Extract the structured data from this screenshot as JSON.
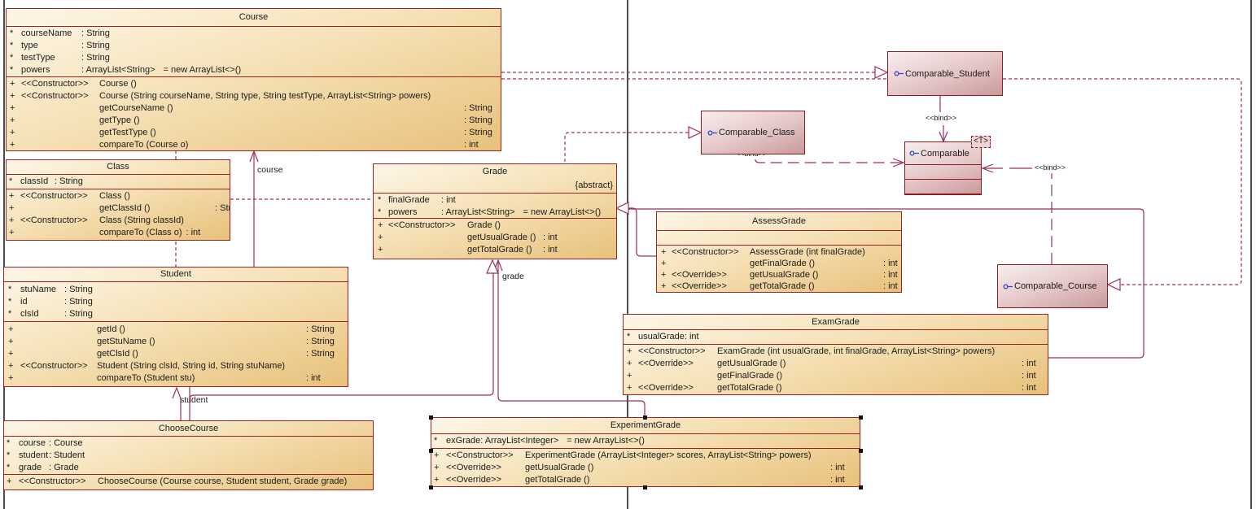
{
  "classes": [
    {
      "name": "Course",
      "attributes": [
        {
          "vis": "*",
          "name": "courseName",
          "type": ": String"
        },
        {
          "vis": "*",
          "name": "type",
          "type": ": String"
        },
        {
          "vis": "*",
          "name": "testType",
          "type": ": String"
        },
        {
          "vis": "*",
          "name": "powers",
          "type": ": ArrayList<String>",
          "init": "= new ArrayList<>()"
        }
      ],
      "methods": [
        {
          "vis": "+",
          "stereotype": "<<Constructor>>",
          "name": "Course ()"
        },
        {
          "vis": "+",
          "stereotype": "<<Constructor>>",
          "name": "Course (String courseName, String type, String testType, ArrayList<String> powers)"
        },
        {
          "vis": "+",
          "stereotype": "",
          "name": "getCourseName ()",
          "type": ": String"
        },
        {
          "vis": "+",
          "stereotype": "",
          "name": "getType ()",
          "type": ": String"
        },
        {
          "vis": "+",
          "stereotype": "",
          "name": "getTestType ()",
          "type": ": String"
        },
        {
          "vis": "+",
          "stereotype": "",
          "name": "compareTo (Course o)",
          "type": ": int"
        }
      ]
    },
    {
      "name": "Class",
      "attributes": [
        {
          "vis": "*",
          "name": "classId",
          "type": ": String"
        }
      ],
      "methods": [
        {
          "vis": "+",
          "stereotype": "<<Constructor>>",
          "name": "Class ()"
        },
        {
          "vis": "+",
          "stereotype": "",
          "name": "getClassId ()",
          "type": ": String"
        },
        {
          "vis": "+",
          "stereotype": "<<Constructor>>",
          "name": "Class (String classId)"
        },
        {
          "vis": "+",
          "stereotype": "",
          "name": "compareTo (Class o)",
          "type": ": int"
        }
      ]
    },
    {
      "name": "Student",
      "attributes": [
        {
          "vis": "*",
          "name": "stuName",
          "type": ": String"
        },
        {
          "vis": "*",
          "name": "id",
          "type": ": String"
        },
        {
          "vis": "*",
          "name": "clsId",
          "type": ": String"
        }
      ],
      "methods": [
        {
          "vis": "+",
          "stereotype": "",
          "name": "getId ()",
          "type": ": String"
        },
        {
          "vis": "+",
          "stereotype": "",
          "name": "getStuName ()",
          "type": ": String"
        },
        {
          "vis": "+",
          "stereotype": "",
          "name": "getClsId ()",
          "type": ": String"
        },
        {
          "vis": "+",
          "stereotype": "<<Constructor>>",
          "name": "Student (String clsId, String id, String stuName)"
        },
        {
          "vis": "+",
          "stereotype": "",
          "name": "compareTo (Student stu)",
          "type": ": int"
        }
      ]
    },
    {
      "name": "ChooseCourse",
      "attributes": [
        {
          "vis": "*",
          "name": "course",
          "type": ": Course"
        },
        {
          "vis": "*",
          "name": "student",
          "type": ": Student"
        },
        {
          "vis": "*",
          "name": "grade",
          "type": ": Grade"
        }
      ],
      "methods": [
        {
          "vis": "+",
          "stereotype": "<<Constructor>>",
          "name": "ChooseCourse (Course course, Student student, Grade grade)"
        }
      ]
    },
    {
      "name": "Grade",
      "modifier": "{abstract}",
      "attributes": [
        {
          "vis": "*",
          "name": "finalGrade",
          "type": ": int"
        },
        {
          "vis": "*",
          "name": "powers",
          "type": ": ArrayList<String>",
          "init": "= new ArrayList<>()"
        }
      ],
      "methods": [
        {
          "vis": "+",
          "stereotype": "<<Constructor>>",
          "name": "Grade ()"
        },
        {
          "vis": "+",
          "stereotype": "",
          "name": "getUsualGrade ()",
          "type": ": int"
        },
        {
          "vis": "+",
          "stereotype": "",
          "name": "getTotalGrade ()",
          "type": ": int"
        }
      ]
    },
    {
      "name": "AssessGrade",
      "attributes": [],
      "methods": [
        {
          "vis": "+",
          "stereotype": "<<Constructor>>",
          "name": "AssessGrade (int finalGrade)"
        },
        {
          "vis": "+",
          "stereotype": "",
          "name": "getFinalGrade ()",
          "type": ": int"
        },
        {
          "vis": "+",
          "stereotype": "<<Override>>",
          "name": "getUsualGrade ()",
          "type": ": int"
        },
        {
          "vis": "+",
          "stereotype": "<<Override>>",
          "name": "getTotalGrade ()",
          "type": ": int"
        }
      ]
    },
    {
      "name": "ExamGrade",
      "attributes": [
        {
          "vis": "*",
          "name": "usualGrade",
          "type": ": int"
        }
      ],
      "methods": [
        {
          "vis": "+",
          "stereotype": "<<Constructor>>",
          "name": "ExamGrade (int usualGrade, int finalGrade, ArrayList<String> powers)"
        },
        {
          "vis": "+",
          "stereotype": "<<Override>>",
          "name": "getUsualGrade ()",
          "type": ": int"
        },
        {
          "vis": "+",
          "stereotype": "",
          "name": "getFinalGrade ()",
          "type": ": int"
        },
        {
          "vis": "+",
          "stereotype": "<<Override>>",
          "name": "getTotalGrade ()",
          "type": ": int"
        }
      ]
    },
    {
      "name": "ExperimentGrade",
      "selected": true,
      "attributes": [
        {
          "vis": "*",
          "name": "exGrade",
          "type": ": ArrayList<Integer>",
          "init": "= new ArrayList<>()"
        }
      ],
      "methods": [
        {
          "vis": "+",
          "stereotype": "<<Constructor>>",
          "name": "ExperimentGrade (ArrayList<Integer> scores, ArrayList<String> powers)"
        },
        {
          "vis": "+",
          "stereotype": "<<Override>>",
          "name": "getUsualGrade ()",
          "type": ": int"
        },
        {
          "vis": "+",
          "stereotype": "<<Override>>",
          "name": "getTotalGrade ()",
          "type": ": int"
        }
      ]
    }
  ],
  "interfaces": [
    {
      "name": "Comparable_Student",
      "icon": "interface-lollipop-icon"
    },
    {
      "name": "Comparable_Class",
      "icon": "interface-lollipop-icon"
    },
    {
      "name": "Comparable",
      "icon": "interface-lollipop-icon",
      "template_param": "<T>"
    },
    {
      "name": "Comparable_Course",
      "icon": "interface-lollipop-icon"
    }
  ],
  "edge_labels": {
    "course": "course",
    "student": "student",
    "grade": "grade",
    "bind_student": "<<bind>>",
    "bind_class": "<<bind>>",
    "bind_course": "<<bind>>"
  },
  "colors": {
    "class_border": "#9a2323",
    "class_fill_light": "#fdf6e8",
    "class_fill_dark": "#e8c17b",
    "interface_fill_light": "#f8eeee",
    "interface_fill_dark": "#c99a9c",
    "connector": "#9c2d5e",
    "interface_icon": "#2a3fd0"
  }
}
